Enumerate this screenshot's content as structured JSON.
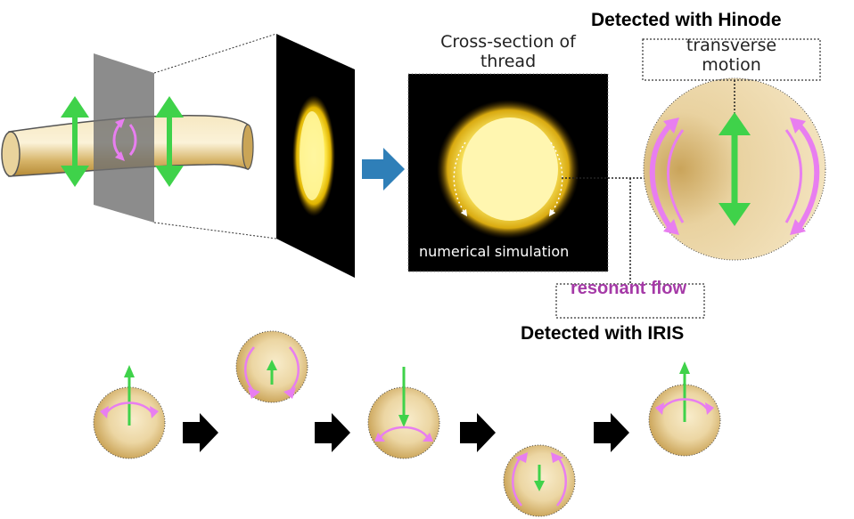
{
  "labels": {
    "cross_section": "Cross-section of thread",
    "detected_hinode": "Detected with Hinode",
    "transverse_motion": "transverse motion",
    "numerical_simulation": "numerical simulation",
    "resonant_flow": "resonant flow",
    "detected_iris": "Detected with IRIS"
  },
  "colors": {
    "green_arrow": "#3fd24a",
    "pink_arrow": "#e87ef0",
    "thread_gold": "#c9a44c",
    "flow_arrow_blue": "#2f7fb8",
    "step_arrow": "#000000",
    "simulation_bg": "#000000",
    "simulation_glow": "#ffe84a"
  },
  "icons": {
    "flow_arrow": "right-arrow-icon",
    "step_arrow": "right-arrow-icon",
    "motion_arrow": "double-arrow-icon",
    "flow_loop": "curved-arrow-icon"
  }
}
